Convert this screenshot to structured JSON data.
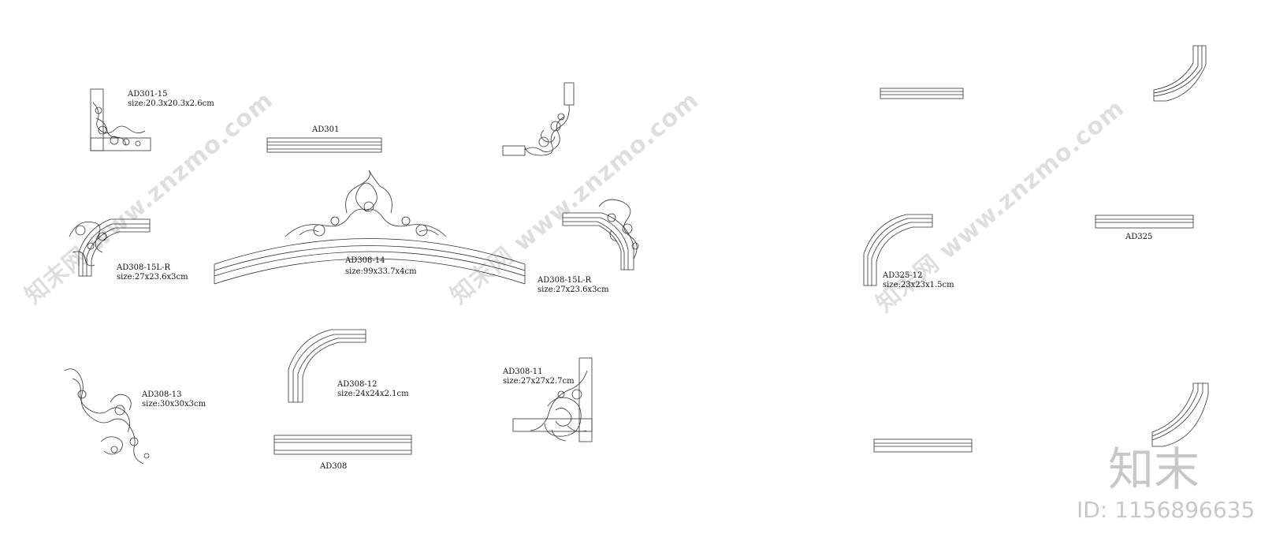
{
  "parts": [
    {
      "code": "AD301-15",
      "size": "size:20.3x20.3x2.6cm"
    },
    {
      "code": "AD301"
    },
    {
      "code": "AD308-15L-R",
      "size": "size:27x23.6x3cm"
    },
    {
      "code": "AD308-14",
      "size": "size:99x33.7x4cm"
    },
    {
      "code": "AD308-15L-R",
      "size": "size:27x23.6x3cm"
    },
    {
      "code": "AD308-13",
      "size": "size:30x30x3cm"
    },
    {
      "code": "AD308-12",
      "size": "size:24x24x2.1cm"
    },
    {
      "code": "AD308-11",
      "size": "size:27x27x2.7cm"
    },
    {
      "code": "AD308"
    },
    {
      "code": "AD325-12",
      "size": "size:23x23x1.5cm"
    },
    {
      "code": "AD325"
    }
  ],
  "watermark": {
    "text": "知末网 www.znzmo.com",
    "logo": "知末",
    "id": "ID: 1156896635"
  }
}
